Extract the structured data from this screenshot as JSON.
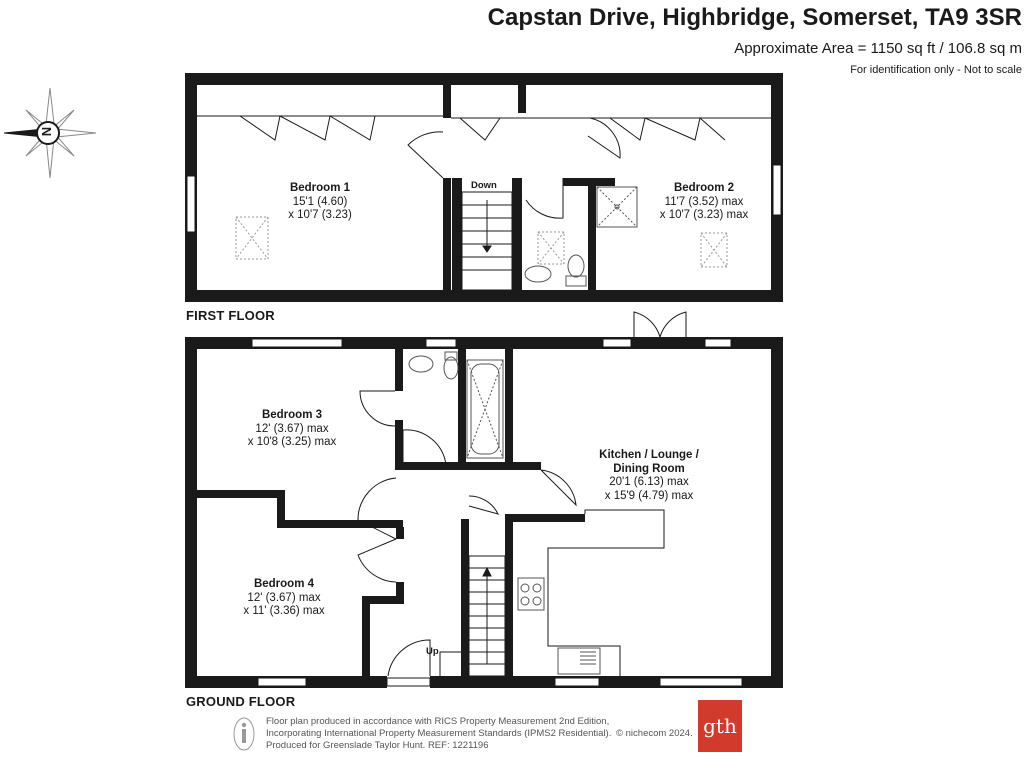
{
  "header": {
    "address": "Capstan Drive, Highbridge, Somerset, TA9 3SR",
    "area": "Approximate Area = 1150 sq ft / 106.8 sq m",
    "note": "For identification only - Not to scale"
  },
  "compass": {
    "letter": "N"
  },
  "first_floor": {
    "label": "FIRST FLOOR",
    "stairs_label": "Down",
    "rooms": [
      {
        "name": "Bedroom 1",
        "dim1": "15'1 (4.60)",
        "dim2": "x 10'7 (3.23)"
      },
      {
        "name": "Bedroom 2",
        "dim1": "11'7 (3.52) max",
        "dim2": "x 10'7 (3.23) max"
      }
    ]
  },
  "ground_floor": {
    "label": "GROUND FLOOR",
    "stairs_label": "Up",
    "rooms": [
      {
        "name": "Bedroom 3",
        "dim1": "12' (3.67) max",
        "dim2": "x 10'8 (3.25) max"
      },
      {
        "name": "Bedroom 4",
        "dim1": "12' (3.67) max",
        "dim2": "x 11' (3.36) max"
      },
      {
        "name": "Kitchen / Lounge /",
        "name2": "Dining Room",
        "dim1": "20'1 (6.13) max",
        "dim2": "x 15'9 (4.79) max"
      }
    ]
  },
  "footer": {
    "line1": "Floor plan produced in accordance with RICS Property Measurement 2nd Edition,",
    "line2": "Incorporating International Property Measurement Standards (IPMS2 Residential).",
    "line3": "Produced for Greenslade Taylor Hunt.   REF:  1221196",
    "copyright": "© nichecom 2024.",
    "logo_text": "gth"
  },
  "colors": {
    "wall": "#1a1a1a",
    "logo": "#d23a2c",
    "fixture": "#888888"
  }
}
